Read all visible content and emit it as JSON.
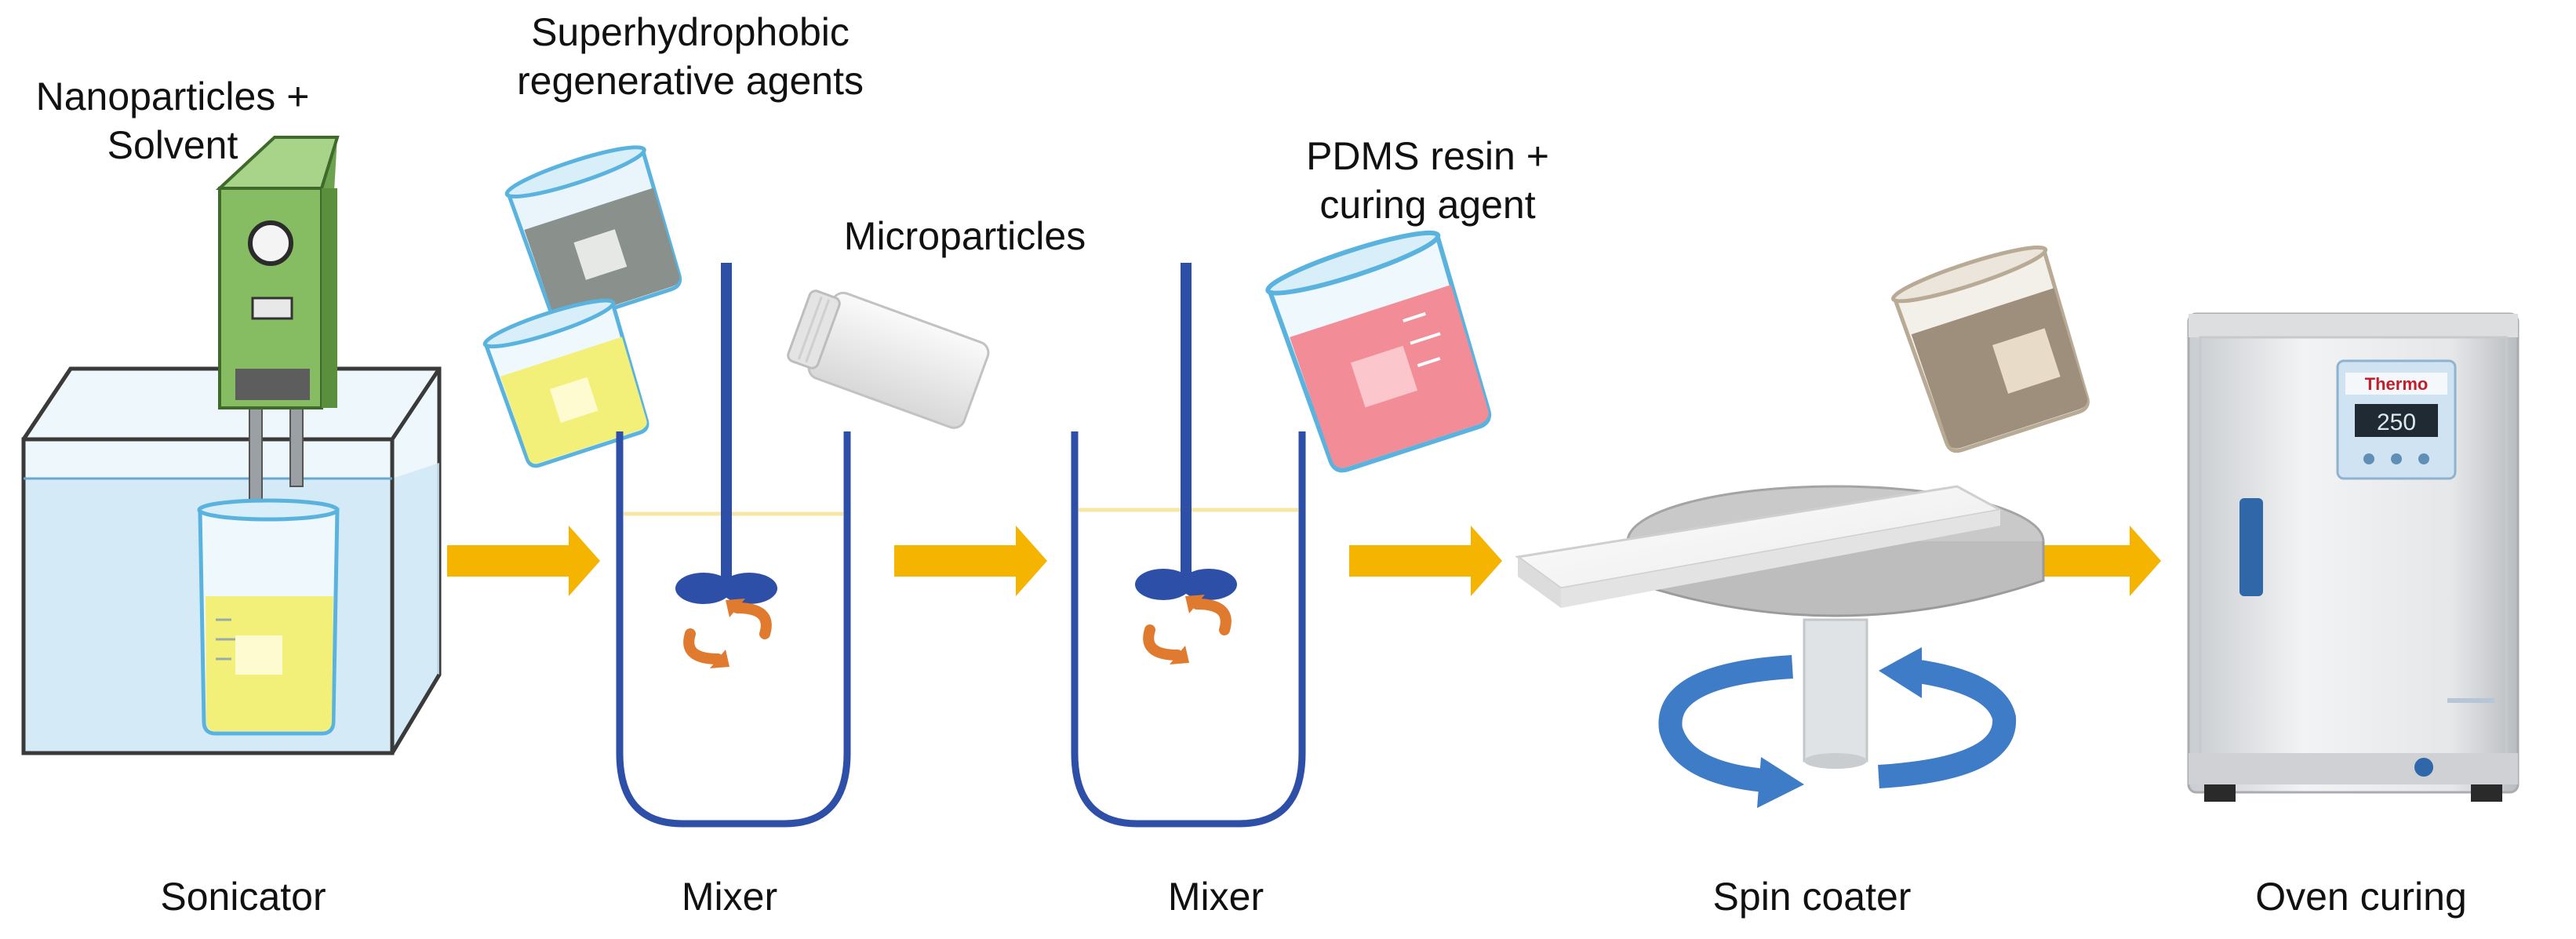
{
  "diagram": {
    "top_labels": {
      "nanoparticles_line1": "Nanoparticles +",
      "nanoparticles_line2": "Solvent",
      "regen_line1": "Superhydrophobic",
      "regen_line2": "regenerative agents",
      "microparticles": "Microparticles",
      "pdms_line1": "PDMS resin +",
      "pdms_line2": "curing agent"
    },
    "steps": [
      {
        "label": "Sonicator"
      },
      {
        "label": "Mixer"
      },
      {
        "label": "Mixer"
      },
      {
        "label": "Spin coater"
      },
      {
        "label": "Oven curing"
      }
    ],
    "oven": {
      "brand": "Thermo",
      "display": "250"
    },
    "colors": {
      "arrow": "#F5B400",
      "mixer_blue": "#2E4FA8",
      "swirl_orange": "#E07A2E",
      "spin_blue": "#3E7CC8",
      "sonicator_green": "#7DB35C",
      "yellow_liquid": "#F3F07A",
      "red_liquid": "#F28C96",
      "gray_liquid": "#8A918C",
      "brown_liquid": "#9E8E7C",
      "water": "#CFE8F6"
    }
  }
}
